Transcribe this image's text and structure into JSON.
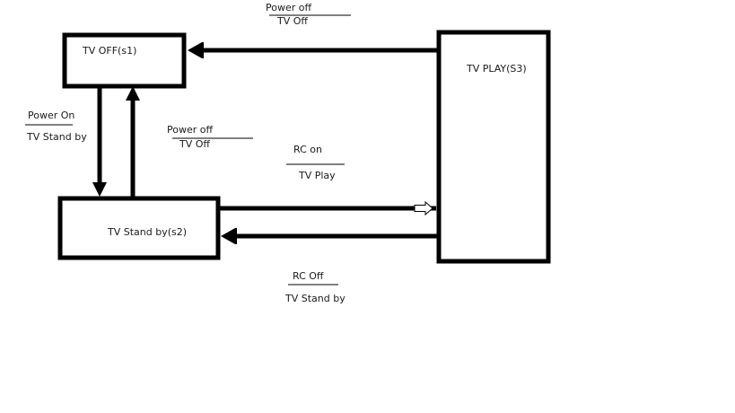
{
  "diagram": {
    "type": "state-transition",
    "stroke_color": "#000000",
    "background": "#ffffff",
    "states": [
      {
        "id": "s1",
        "label": "TV OFF(s1)"
      },
      {
        "id": "s2",
        "label": "TV Stand by(s2)"
      },
      {
        "id": "s3",
        "label": "TV PLAY(S3)"
      }
    ],
    "transitions": [
      {
        "id": "s3-to-s1",
        "from": "s3",
        "to": "s1",
        "event": "Power off",
        "action": "TV Off"
      },
      {
        "id": "s1-to-s2",
        "from": "s1",
        "to": "s2",
        "event": "Power On",
        "action": "TV Stand by"
      },
      {
        "id": "s2-to-s1",
        "from": "s2",
        "to": "s1",
        "event": "Power off",
        "action": "TV Off"
      },
      {
        "id": "s2-to-s3",
        "from": "s2",
        "to": "s3",
        "event": "RC on",
        "action": "TV Play"
      },
      {
        "id": "s3-to-s2",
        "from": "s3",
        "to": "s2",
        "event": "RC Off",
        "action": "TV Stand by"
      }
    ]
  }
}
